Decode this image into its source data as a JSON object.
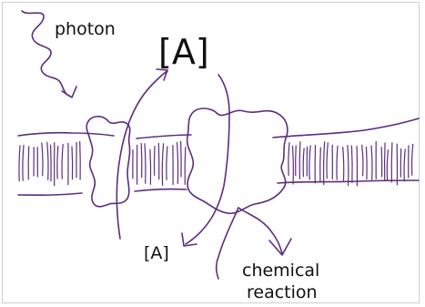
{
  "labels": {
    "photon": "photon",
    "a_top": "[A]",
    "a_bottom": "[A]",
    "chemical": "chemical",
    "reaction": "reaction"
  },
  "colors": {
    "ink": "#5c2d7e",
    "text": "#111111",
    "background": "#ffffff"
  }
}
